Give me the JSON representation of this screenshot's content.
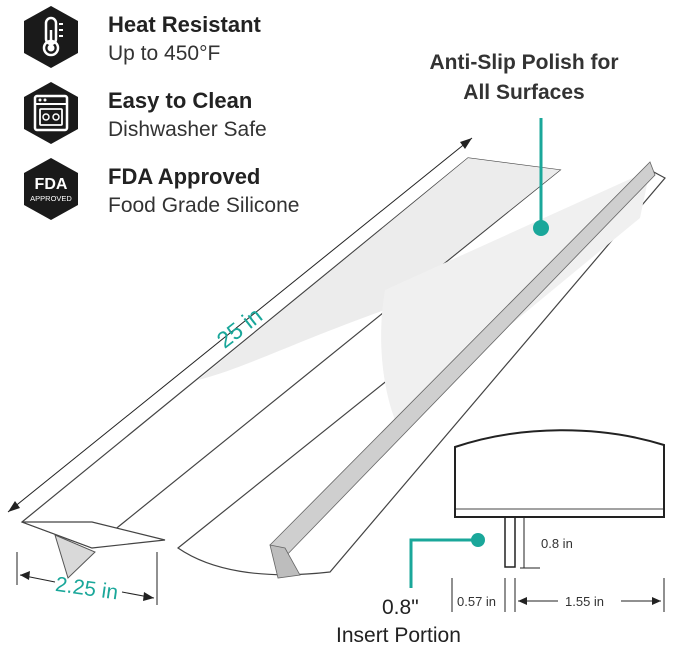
{
  "features": [
    {
      "title": "Heat Resistant",
      "subtitle": "Up to 450°F",
      "icon": "thermometer-icon"
    },
    {
      "title": "Easy to Clean",
      "subtitle": "Dishwasher Safe",
      "icon": "dishwasher-icon"
    },
    {
      "title": "FDA Approved",
      "subtitle": "Food Grade Silicone",
      "icon": "fda-approved-icon"
    }
  ],
  "badge_text": {
    "fda": "FDA",
    "approved": "APPROVED"
  },
  "callout": {
    "line1": "Anti-Slip Polish for",
    "line2": "All Surfaces"
  },
  "dimensions": {
    "length": "25 in",
    "width": "2.25 in",
    "height": "0.8 in",
    "stem": "0.57 in",
    "flange": "1.55 in"
  },
  "insert": {
    "value": "0.8\"",
    "label": "Insert Portion"
  },
  "colors": {
    "accent": "#1aa79a",
    "badge": "#1a1a1a",
    "text": "#222222"
  }
}
